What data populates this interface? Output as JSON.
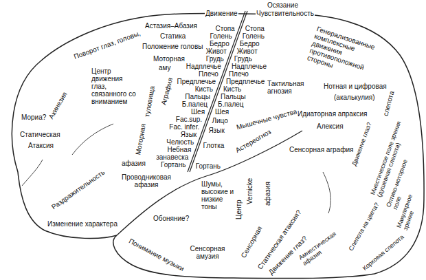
{
  "diagram": {
    "labels": [
      "Осязание",
      "Движение",
      "Чувствительность",
      "Астазия–Абазия",
      "Статика",
      "Положение головы",
      "Поворот глаз, головы,",
      "Моторная",
      "аму",
      "Аграфия",
      "Центр движения глаз, связанного со вниманием",
      "туловища",
      "Акинезия",
      "Мориа?",
      "Статическая",
      "Атаксия",
      "Моторная",
      "афазия",
      "Раздражительность",
      "Изменение характера",
      "Проводниковая афазия",
      "Обоняние?",
      "Понимание музыки",
      "Сенсорная амузия",
      "Стопа",
      "Голень",
      "Бедро",
      "Живот",
      "Грудь",
      "Надплечье",
      "Плечо",
      "Предплечье",
      "Кисть",
      "Пальцы",
      "Б.палец",
      "Шея",
      "Fac.sup.",
      "Fac. infer.",
      "Язык",
      "Челюсть",
      "Небная",
      "занавеска",
      "Гортань",
      "Стопа",
      "Голень",
      "Бедро",
      "Живот",
      "Грудь",
      "Надплечье",
      "Плечо",
      "Предплечье",
      "Кисть",
      "Пальцы",
      "Б.палец",
      "Шея",
      "Лицо",
      "Язык",
      "Глотка",
      "Гортань",
      "Тактильная агнозия",
      "Мышечные чувства",
      "Астереогноз",
      "Генерализованные комплексные движения противоположной стороны",
      "Нотная и цифровая",
      "(акалькулия)",
      "слепота",
      "Идиаторная апраксия",
      "Алексия",
      "Сенсорная аграфия",
      "Движение глаз?",
      "Мнестическое поле зрения (душевная слепота)",
      "Оптико-моторное поле",
      "Макулярное зрение",
      "Корковая слепота",
      "Слепота на цвета?",
      "Амнестическая афазия",
      "Статическая атаксия?",
      "Движение глаз?",
      "Шумы, высокие и низкие тоны",
      "Центр",
      "Vernicke",
      "Сенсорная",
      "афазия"
    ]
  }
}
